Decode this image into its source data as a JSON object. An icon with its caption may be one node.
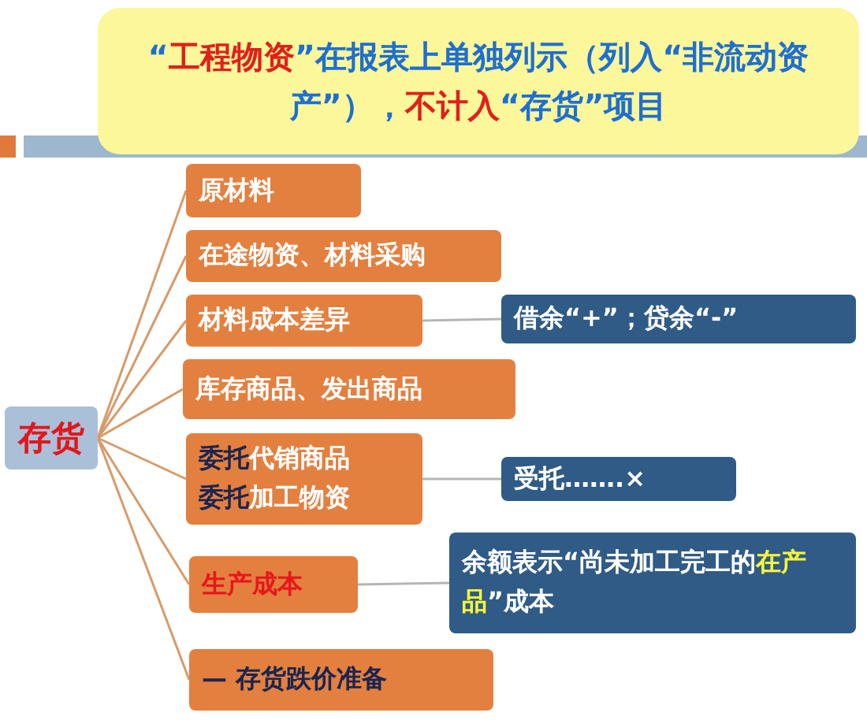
{
  "diagram": {
    "nodes": [
      {
        "text": [
          "“**工程物资**”在报表上单独列示（列入“非流动资产”），**不计入**“存货”项目"
        ]
      },
      {
        "text": [
          "存货"
        ]
      },
      {
        "text": [
          "原材料"
        ]
      },
      {
        "text": [
          "在途物资、材料采购"
        ]
      },
      {
        "text": [
          "材料成本差异"
        ]
      },
      {
        "text": [
          "借余“+”；贷余“-”"
        ]
      },
      {
        "text": [
          "库存商品、发出商品"
        ]
      },
      {
        "text": [
          "**委托**代销商品**委托**加工物资"
        ]
      },
      {
        "text": [
          "受托…….×"
        ]
      },
      {
        "text": [
          "生产成本"
        ]
      },
      {
        "text": [
          "余额表示“尚未加工完工的**在产品**”成本"
        ]
      },
      {
        "text": [
          "— 存货跌价准备"
        ]
      }
    ],
    "edges": [
      {
        "from": 1,
        "to": 2,
        "arrow": "none"
      },
      {
        "from": 1,
        "to": 3,
        "arrow": "none"
      },
      {
        "from": 1,
        "to": 4,
        "arrow": "none"
      },
      {
        "from": 4,
        "to": 5,
        "arrow": "none",
        "color": "#b5b5b5"
      },
      {
        "from": 1,
        "to": 6,
        "arrow": "none"
      },
      {
        "from": 1,
        "to": 7,
        "arrow": "none"
      },
      {
        "from": 7,
        "to": 8,
        "arrow": "none",
        "color": "#b5b5b5"
      },
      {
        "from": 1,
        "to": 9,
        "arrow": "none"
      },
      {
        "from": 9,
        "to": 10,
        "arrow": "none",
        "color": "#b5b5b5"
      },
      {
        "from": 1,
        "to": 11,
        "arrow": "none"
      }
    ]
  }
}
